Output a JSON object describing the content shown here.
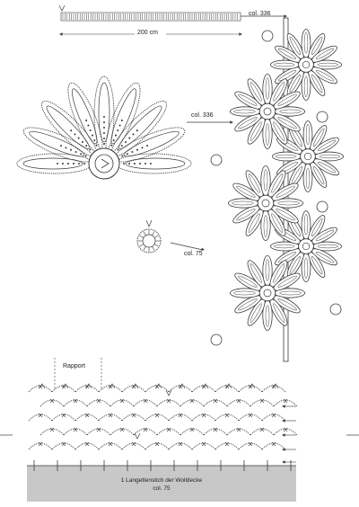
{
  "labels": {
    "top_col": "col. 336",
    "length": "200 cm",
    "flower_col": "col. 336",
    "small_col": "col. 75",
    "rapport": "Rapport",
    "base_line1": "1 Langettenstich der Wolldecke",
    "base_line2": "col. 75"
  },
  "colors": {
    "line": "#3a3a3a",
    "base_fill": "#c8c8c8",
    "background": "#ffffff"
  }
}
